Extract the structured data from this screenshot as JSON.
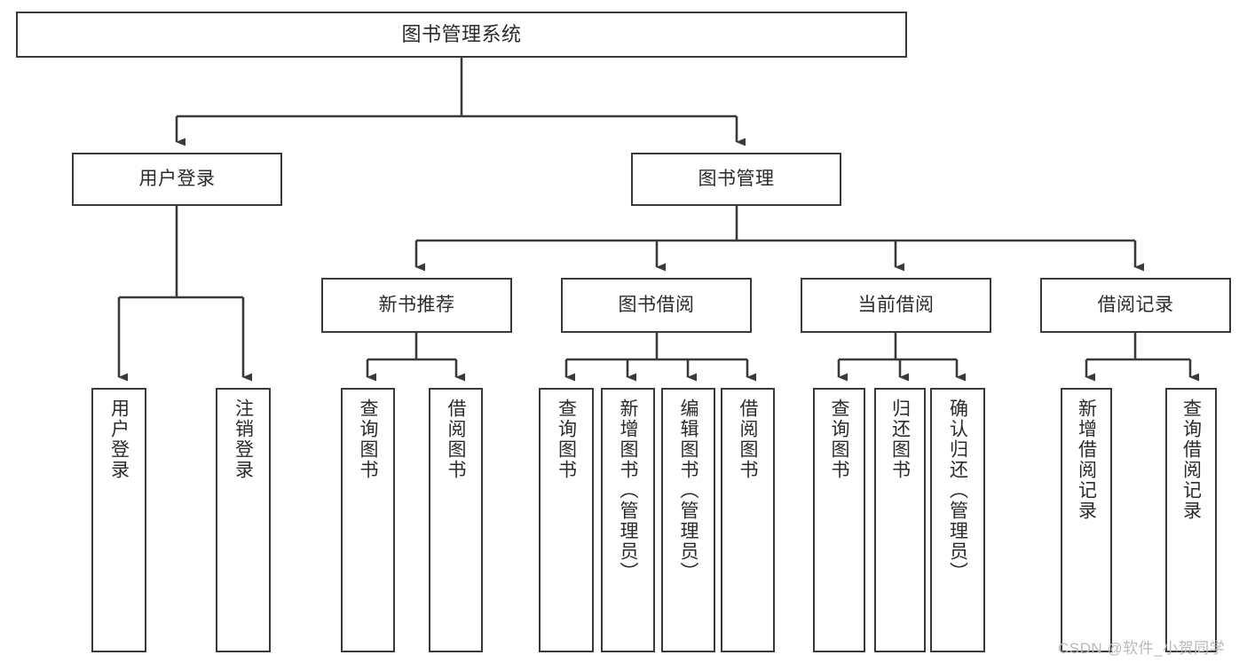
{
  "diagram": {
    "title": "图书管理系统",
    "type": "tree-hierarchy-chart",
    "orientation": "top-down",
    "colors": {
      "box_border": "#3a3a3a",
      "box_fill": "#ffffff",
      "text": "#2b2b2b",
      "edge": "#3a3a3a",
      "watermark": "#b9b9b9",
      "background": "#ffffff"
    }
  },
  "nodes": {
    "root": {
      "label": "图书管理系统"
    },
    "level1": [
      {
        "id": "user-login",
        "label": "用户登录"
      },
      {
        "id": "book-management",
        "label": "图书管理"
      }
    ],
    "level2": [
      {
        "id": "new-book-recommend",
        "label": "新书推荐"
      },
      {
        "id": "book-borrow",
        "label": "图书借阅"
      },
      {
        "id": "current-borrow",
        "label": "当前借阅"
      },
      {
        "id": "borrow-record",
        "label": "借阅记录"
      }
    ],
    "leaves": {
      "user-login": [
        {
          "id": "leaf-user-login",
          "label": "用户登录"
        },
        {
          "id": "leaf-user-logout",
          "label": "注销登录"
        }
      ],
      "new-book-recommend": [
        {
          "id": "leaf-query-book-1",
          "label": "查询图书"
        },
        {
          "id": "leaf-borrow-book-1",
          "label": "借阅图书"
        }
      ],
      "book-borrow": [
        {
          "id": "leaf-query-book-2",
          "label": "查询图书"
        },
        {
          "id": "leaf-add-book",
          "label": "新增图书（管理员）"
        },
        {
          "id": "leaf-edit-book",
          "label": "编辑图书（管理员）"
        },
        {
          "id": "leaf-borrow-book-2",
          "label": "借阅图书"
        }
      ],
      "current-borrow": [
        {
          "id": "leaf-query-book-3",
          "label": "查询图书"
        },
        {
          "id": "leaf-return-book",
          "label": "归还图书"
        },
        {
          "id": "leaf-confirm-return",
          "label": "确认归还（管理员）"
        }
      ],
      "borrow-record": [
        {
          "id": "leaf-add-record",
          "label": "新增借阅记录"
        },
        {
          "id": "leaf-query-record",
          "label": "查询借阅记录"
        }
      ]
    }
  },
  "watermark": {
    "text": "CSDN @软件_小贺同学"
  }
}
